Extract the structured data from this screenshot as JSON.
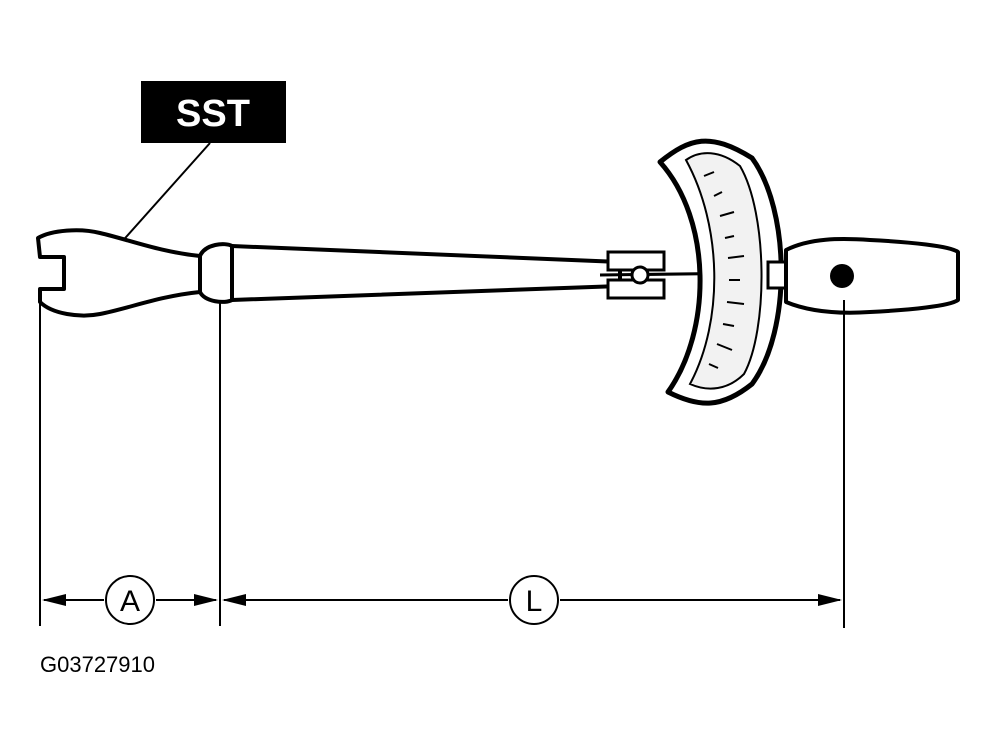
{
  "diagram": {
    "tool_label": "SST",
    "dimension_a": "A",
    "dimension_l": "L",
    "figure_code": "G03727910"
  },
  "colors": {
    "ink": "#000000",
    "paper": "#ffffff",
    "gauge_face": "#f2f2f2"
  }
}
